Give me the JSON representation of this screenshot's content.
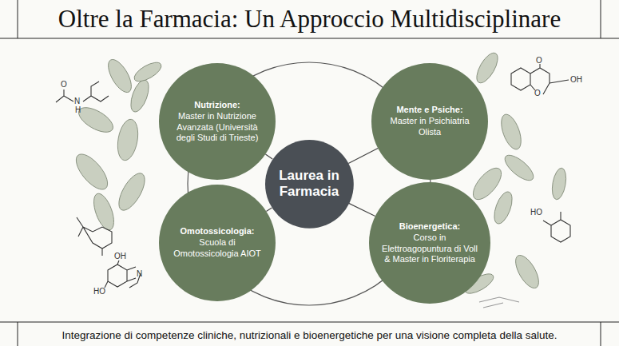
{
  "diagram": {
    "title": "Oltre la Farmacia: Un Approccio Multidisciplinare",
    "caption": "Integrazione di competenze cliniche, nutrizionali e bioenergetiche per una visione completa della salute.",
    "nodes": [
      {
        "text": [
          "Nutrizione:",
          "Master in Nutrizione Avanzata (Università degli Studi di Trieste)"
        ]
      },
      {
        "text": [
          "Mente e Psiche:",
          "Master in Psichiatria Olista"
        ]
      },
      {
        "text": [
          "Laurea in Farmacia"
        ]
      },
      {
        "text": [
          "Omotossicologia:",
          "Scuola di Omotossicologia AIOT"
        ]
      },
      {
        "text": [
          "Bioenergetica:",
          "Corso in Elettroagopuntura di Voll & Master in Floriterapia"
        ]
      }
    ],
    "edges": [
      {
        "from": 2,
        "to": 0,
        "arrow": "none"
      },
      {
        "from": 2,
        "to": 1,
        "arrow": "none"
      },
      {
        "from": 2,
        "to": 3,
        "arrow": "none"
      },
      {
        "from": 2,
        "to": 4,
        "arrow": "none"
      }
    ],
    "labels": [
      "O",
      "N",
      "H",
      "O",
      "OH",
      "O",
      "OH",
      "HO",
      "N",
      "HO"
    ]
  }
}
